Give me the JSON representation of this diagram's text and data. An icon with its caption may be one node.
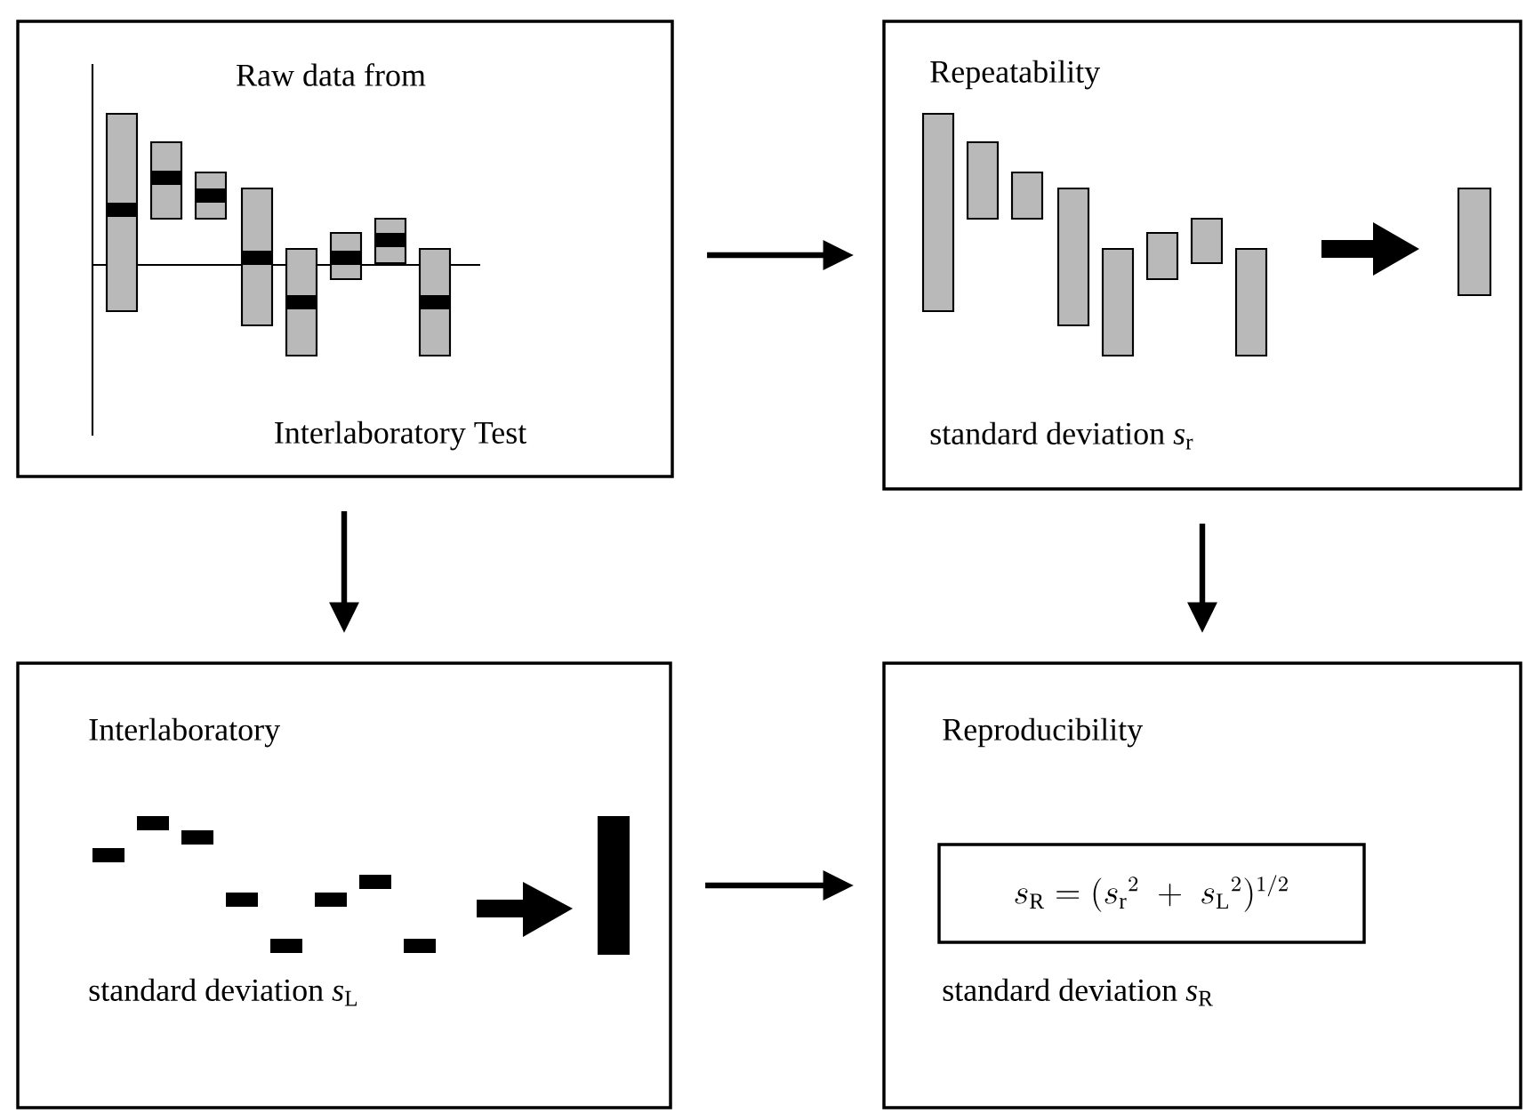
{
  "diagram": {
    "nodes": [
      {
        "text": [
          "Raw data from",
          "Interlaboratory Test"
        ]
      },
      {
        "text": [
          "Repeatability",
          "standard deviation *s*$_{r}$"
        ]
      },
      {
        "text": [
          "Interlaboratory",
          "standard deviation *s*$_{L}$"
        ]
      },
      {
        "text": [
          "Reproducibility",
          "standard deviation *s*$_{R}$"
        ]
      },
      {
        "text": [
          "s_\\mathrm{R} = (s_\\mathrm{r}{}^{2} \\;+\\; s_\\mathrm{L}{}^{2})^{1/2}"
        ],
        "in": 3
      }
    ],
    "edges": [
      {
        "from": 0,
        "to": 1,
        "arrow": "to"
      },
      {
        "from": 0,
        "to": 2,
        "arrow": "to"
      },
      {
        "from": 1,
        "to": 3,
        "arrow": "to"
      },
      {
        "from": 2,
        "to": 3,
        "arrow": "to"
      }
    ]
  }
}
